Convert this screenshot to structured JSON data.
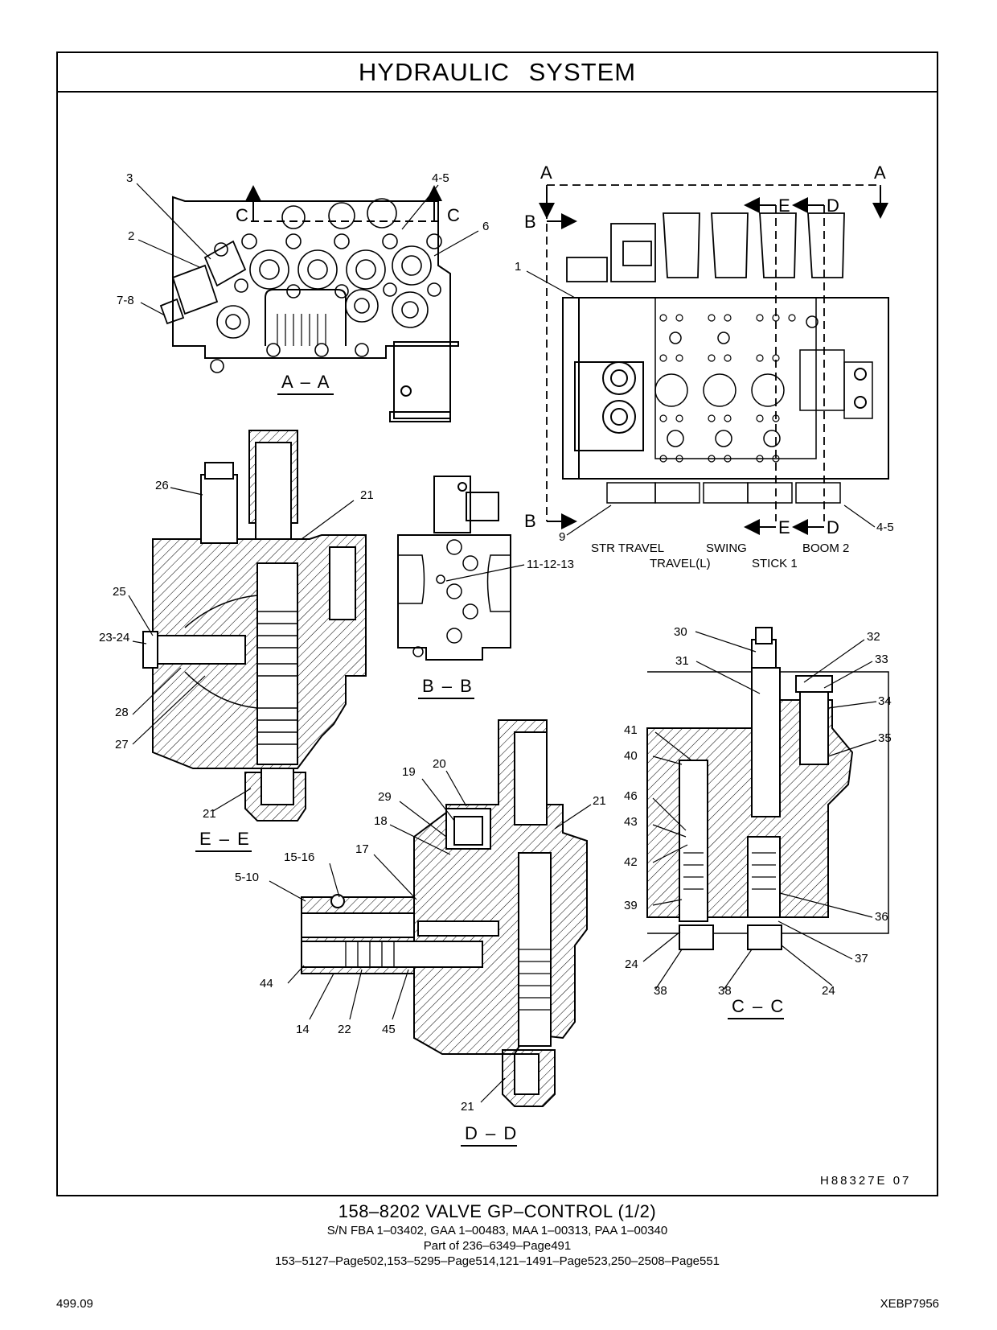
{
  "header": {
    "title": "HYDRAULIC   SYSTEM"
  },
  "views": {
    "aa": {
      "label": "A – A",
      "callouts": [
        "3",
        "2",
        "7-8",
        "4-5",
        "6"
      ],
      "cut_letters": [
        "C",
        "C"
      ]
    },
    "main": {
      "callouts": [
        "1",
        "9",
        "4-5"
      ],
      "cut_letters": [
        "A",
        "A",
        "B",
        "B",
        "E",
        "D",
        "E",
        "D"
      ],
      "valve_labels": [
        "STR TRAVEL",
        "SWING",
        "BOOM 2",
        "TRAVEL(L)",
        "STICK 1"
      ]
    },
    "bb": {
      "label": "B – B",
      "callouts": [
        "11-12-13"
      ]
    },
    "ee": {
      "label": "E – E",
      "callouts": [
        "26",
        "21",
        "25",
        "23-24",
        "28",
        "27",
        "21"
      ]
    },
    "cc": {
      "label": "C – C",
      "callouts": [
        "30",
        "31",
        "32",
        "33",
        "34",
        "35",
        "41",
        "40",
        "46",
        "43",
        "42",
        "39",
        "36",
        "37",
        "24",
        "38",
        "38",
        "24"
      ]
    },
    "dd": {
      "label": "D – D",
      "callouts": [
        "19",
        "20",
        "21",
        "29",
        "18",
        "17",
        "15-16",
        "5-10",
        "44",
        "14",
        "22",
        "45",
        "21"
      ]
    }
  },
  "drawing_code": "H88327E    07",
  "caption": {
    "main": "158–8202  VALVE  GP–CONTROL (1/2)",
    "serials": "S/N FBA 1–03402, GAA 1–00483, MAA 1–00313, PAA 1–00340",
    "part_of": "Part of 236–6349–Page491",
    "refs": "153–5127–Page502,153–5295–Page514,121–1491–Page523,250–2508–Page551"
  },
  "footer": {
    "page": "499.09",
    "doc": "XEBP7956"
  }
}
